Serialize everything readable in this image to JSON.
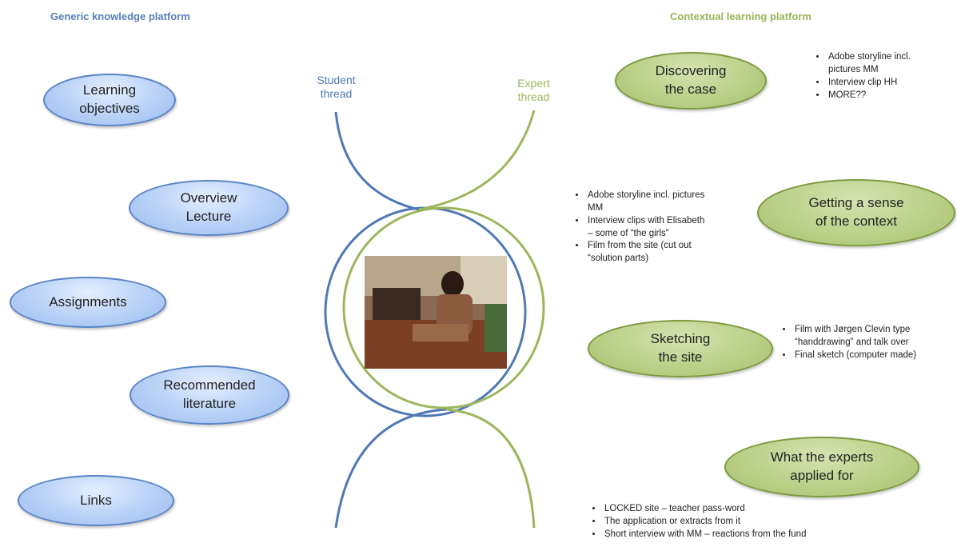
{
  "headers": {
    "left": "Generic knowledge platform",
    "right": "Contextual learning platform"
  },
  "threads": {
    "student": "Student\nthread",
    "expert": "Expert\nthread"
  },
  "left_items": [
    "Learning\nobjectives",
    "Overview\nLecture",
    "Assignments",
    "Recommended\nliterature",
    "Links"
  ],
  "right_items": [
    {
      "title": "Discovering\nthe case",
      "bullets": [
        "Adobe storyline incl.\npictures MM",
        "Interview clip HH",
        "MORE??"
      ]
    },
    {
      "title": "Getting a sense\nof the context",
      "bullets": [
        "Adobe storyline incl. pictures\nMM",
        "Interview clips with Elisabeth\n– some of “the girls”",
        "Film from the site (cut out\n“solution parts)"
      ]
    },
    {
      "title": "Sketching\nthe site",
      "bullets": [
        "Film with Jørgen Clevin type\n“handdrawing” and talk over",
        "Final sketch (computer made)"
      ]
    },
    {
      "title": "What the experts\napplied for",
      "bullets": [
        "LOCKED site – teacher pass-word",
        "The application or extracts from it",
        "Short interview with MM – reactions from the fund"
      ]
    }
  ],
  "colors": {
    "blue_accent": "#5a7fb8",
    "green_accent": "#9bb45a",
    "blue_thread": "#4f79b6",
    "green_thread": "#9db65c"
  }
}
